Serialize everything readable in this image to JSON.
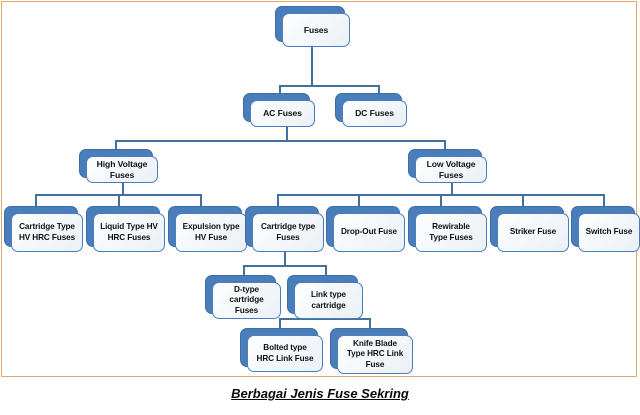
{
  "diagram": {
    "title": "Fuses classification tree",
    "caption": "Berbagai Jenis Fuse Sekring",
    "colors": {
      "box_face": "#f2f6fa",
      "box_border": "#4a7ebb",
      "box_shadow": "#4a7ebb",
      "connector": "#41719c",
      "frame_border": "#e0a96d",
      "text": "#101010"
    },
    "nodes": {
      "root": "Fuses",
      "ac_fuses": "AC Fuses",
      "dc_fuses": "DC Fuses",
      "high_voltage_fuses": "High Voltage\nFuses",
      "low_voltage_fuses": "Low Voltage\nFuses",
      "cartridge_type_hv_hrc_fuses": "Cartridge Type\nHV HRC Fuses",
      "liquid_type_hv_hrc_fuses": "Liquid Type HV\nHRC Fuses",
      "expulsion_type_hv_fuse": "Expulsion type\nHV Fuse",
      "cartridge_type_fuses": "Cartridge type\nFuses",
      "drop_out_fuse": "Drop-Out Fuse",
      "rewirable_type_fuses": "Rewirable\nType Fuses",
      "striker_fuse": "Striker Fuse",
      "switch_fuse": "Switch Fuse",
      "d_type_cartridge_fuses": "D-type\ncartridge\nFuses",
      "link_type_cartridge": "Link type\ncartridge",
      "bolted_type_hrc_link_fuse": "Bolted type\nHRC  Link Fuse",
      "knife_blade_type_hrc_link_fuse": "Knife Blade\nType HRC Link\nFuse"
    }
  }
}
